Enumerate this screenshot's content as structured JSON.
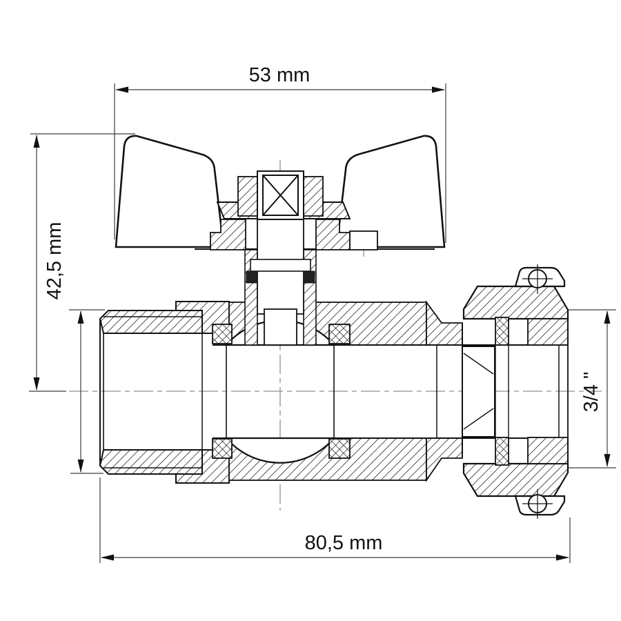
{
  "drawing": {
    "background": "#ffffff",
    "outline_color": "#111111",
    "dim_color": "#3c3c3c",
    "centerline_color": "#8f8f8f",
    "dimensions": {
      "width_top": {
        "label": "53 mm"
      },
      "height_left": {
        "label": "42,5 mm"
      },
      "thread_right": {
        "label": "3/4 \""
      },
      "length_bottom": {
        "label": "80,5 mm"
      }
    }
  }
}
